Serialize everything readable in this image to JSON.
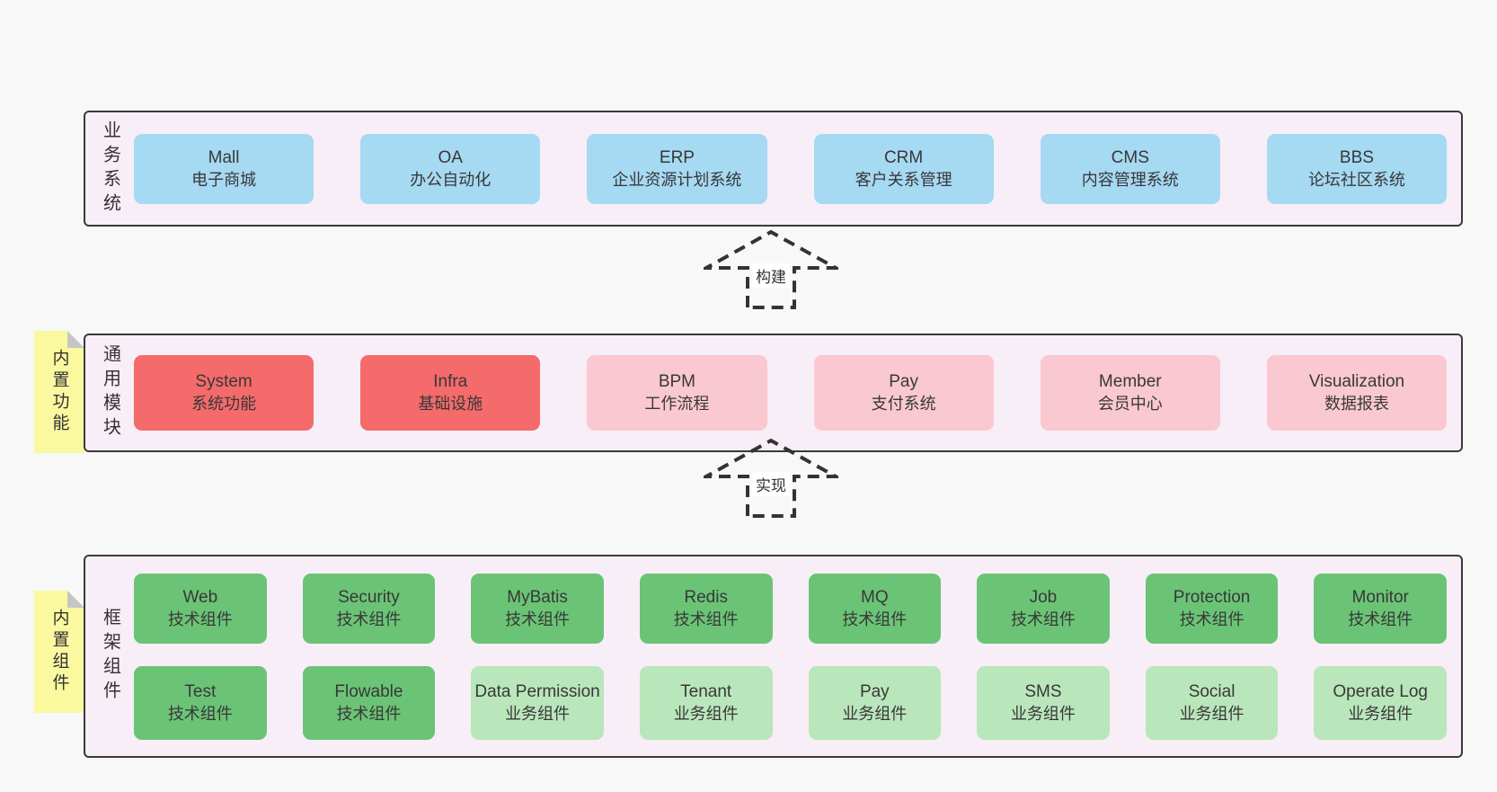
{
  "diagram": {
    "colors": {
      "page_bg": "#f8f8f8",
      "layer_bg": "#f8eef7",
      "layer_border": "#3a3a3a",
      "business_box": "#a6d9f2",
      "module_core_box": "#f56a6a",
      "module_box": "#fac8d0",
      "tech_component_box": "#6bc476",
      "biz_component_box": "#bae6bb",
      "sticky_note": "#fbf9a0"
    },
    "arrows": [
      {
        "label": "构建"
      },
      {
        "label": "实现"
      }
    ],
    "layers": {
      "business": {
        "label": "业务系统",
        "boxes": [
          {
            "title": "Mall",
            "subtitle": "电子商城"
          },
          {
            "title": "OA",
            "subtitle": "办公自动化"
          },
          {
            "title": "ERP",
            "subtitle": "企业资源计划系统"
          },
          {
            "title": "CRM",
            "subtitle": "客户关系管理"
          },
          {
            "title": "CMS",
            "subtitle": "内容管理系统"
          },
          {
            "title": "BBS",
            "subtitle": "论坛社区系统"
          }
        ]
      },
      "modules": {
        "label": "通用模块",
        "note": "内置功能",
        "boxes": [
          {
            "title": "System",
            "subtitle": "系统功能"
          },
          {
            "title": "Infra",
            "subtitle": "基础设施"
          },
          {
            "title": "BPM",
            "subtitle": "工作流程"
          },
          {
            "title": "Pay",
            "subtitle": "支付系统"
          },
          {
            "title": "Member",
            "subtitle": "会员中心"
          },
          {
            "title": "Visualization",
            "subtitle": "数据报表"
          }
        ]
      },
      "components": {
        "label": "框架组件",
        "note": "内置组件",
        "row1": [
          {
            "title": "Web",
            "subtitle": "技术组件"
          },
          {
            "title": "Security",
            "subtitle": "技术组件"
          },
          {
            "title": "MyBatis",
            "subtitle": "技术组件"
          },
          {
            "title": "Redis",
            "subtitle": "技术组件"
          },
          {
            "title": "MQ",
            "subtitle": "技术组件"
          },
          {
            "title": "Job",
            "subtitle": "技术组件"
          },
          {
            "title": "Protection",
            "subtitle": "技术组件"
          },
          {
            "title": "Monitor",
            "subtitle": "技术组件"
          }
        ],
        "row2": [
          {
            "title": "Test",
            "subtitle": "技术组件"
          },
          {
            "title": "Flowable",
            "subtitle": "技术组件"
          },
          {
            "title": "Data Permission",
            "subtitle": "业务组件"
          },
          {
            "title": "Tenant",
            "subtitle": "业务组件"
          },
          {
            "title": "Pay",
            "subtitle": "业务组件"
          },
          {
            "title": "SMS",
            "subtitle": "业务组件"
          },
          {
            "title": "Social",
            "subtitle": "业务组件"
          },
          {
            "title": "Operate Log",
            "subtitle": "业务组件"
          }
        ]
      }
    }
  }
}
